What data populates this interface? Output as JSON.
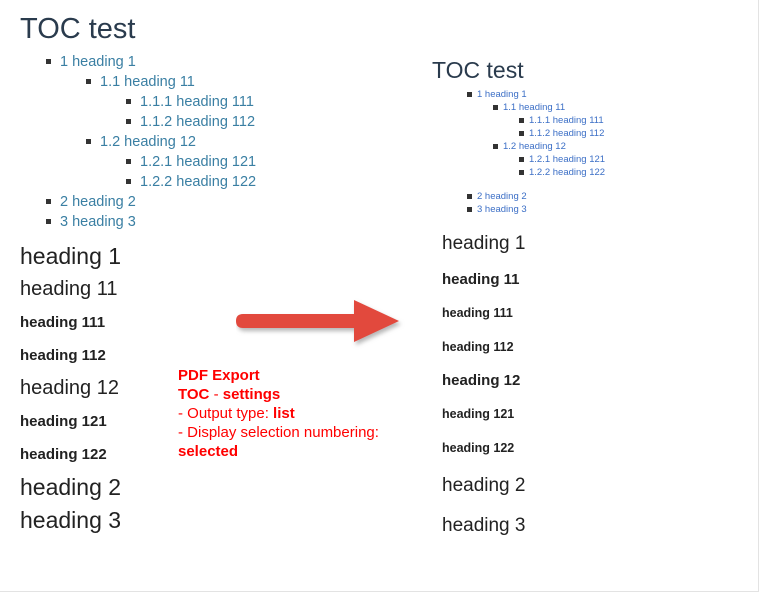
{
  "colors": {
    "title": "#2a3b4d",
    "left_link": "#3a7fa3",
    "right_link": "#3c6fc6",
    "annotation": "#ff0000",
    "arrow": "#e2483e",
    "bullet": "#333333",
    "body_text": "#222222"
  },
  "left": {
    "title": "TOC test",
    "toc": [
      {
        "level": 1,
        "number": "1",
        "text": "heading 1"
      },
      {
        "level": 2,
        "number": "1.1",
        "text": "heading 11"
      },
      {
        "level": 3,
        "number": "1.1.1",
        "text": "heading 111"
      },
      {
        "level": 3,
        "number": "1.1.2",
        "text": "heading 112"
      },
      {
        "level": 2,
        "number": "1.2",
        "text": "heading 12"
      },
      {
        "level": 3,
        "number": "1.2.1",
        "text": "heading 121"
      },
      {
        "level": 3,
        "number": "1.2.2",
        "text": "heading 122"
      },
      {
        "level": 1,
        "number": "2",
        "text": "heading 2"
      },
      {
        "level": 1,
        "number": "3",
        "text": "heading 3"
      }
    ],
    "headings": [
      {
        "text": "heading 1",
        "style": "h1"
      },
      {
        "text": "heading 11",
        "style": "h2"
      },
      {
        "text": "heading 111",
        "style": "h4"
      },
      {
        "text": "heading 112",
        "style": "h4"
      },
      {
        "text": "heading 12",
        "style": "h2"
      },
      {
        "text": "heading 121",
        "style": "h4"
      },
      {
        "text": "heading 122",
        "style": "h4"
      },
      {
        "text": "heading 2",
        "style": "h1"
      },
      {
        "text": "heading 3",
        "style": "h1"
      }
    ]
  },
  "right": {
    "title": "TOC test",
    "toc": [
      {
        "level": 1,
        "number": "1",
        "text": "heading 1"
      },
      {
        "level": 2,
        "number": "1.1",
        "text": "heading 11"
      },
      {
        "level": 3,
        "number": "1.1.1",
        "text": "heading 111"
      },
      {
        "level": 3,
        "number": "1.1.2",
        "text": "heading 112"
      },
      {
        "level": 2,
        "number": "1.2",
        "text": "heading 12"
      },
      {
        "level": 3,
        "number": "1.2.1",
        "text": "heading 121"
      },
      {
        "level": 3,
        "number": "1.2.2",
        "text": "heading 122"
      },
      {
        "level": 1,
        "number": "2",
        "text": "heading 2"
      },
      {
        "level": 1,
        "number": "3",
        "text": "heading 3"
      }
    ],
    "headings": [
      {
        "text": "heading 1",
        "style": "h1"
      },
      {
        "text": "heading 11",
        "style": "h2"
      },
      {
        "text": "heading 111",
        "style": "h4"
      },
      {
        "text": "heading 112",
        "style": "h4"
      },
      {
        "text": "heading 12",
        "style": "h2"
      },
      {
        "text": "heading 121",
        "style": "h4"
      },
      {
        "text": "heading 122",
        "style": "h4"
      },
      {
        "text": "heading 2",
        "style": "h1"
      },
      {
        "text": "heading 3",
        "style": "h1"
      }
    ]
  },
  "annotation": {
    "line1": "PDF Export",
    "line2_a": "TOC",
    "line2_b": " - ",
    "line2_c": "settings",
    "line3_label": "- Output type: ",
    "line3_value": "list",
    "line4_label": "- Display selection numbering: ",
    "line4_value": "selected"
  },
  "arrow": {
    "icon": "arrow-right-icon"
  }
}
